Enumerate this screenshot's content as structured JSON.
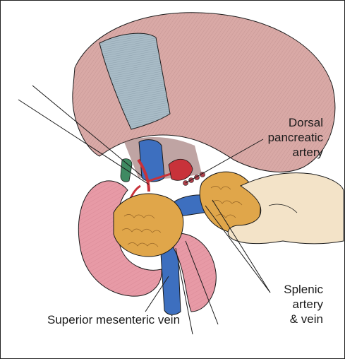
{
  "labels": {
    "dorsal_pancreatic_artery": [
      "Dorsal",
      "pancreatic",
      "artery"
    ],
    "splenic_artery_vein": [
      "Splenic",
      "artery",
      "& vein"
    ],
    "superior_mesenteric_vein": "Superior mesenteric vein"
  },
  "colors": {
    "stomach": "#d9a9a6",
    "stomach_band": "#a9bcc7",
    "pancreas": "#e0a64a",
    "duodenum": "#e79aa6",
    "vein": "#3d6fbf",
    "artery": "#c8323a",
    "hand": "#f3e3c8",
    "ink": "#1a1a1a"
  }
}
